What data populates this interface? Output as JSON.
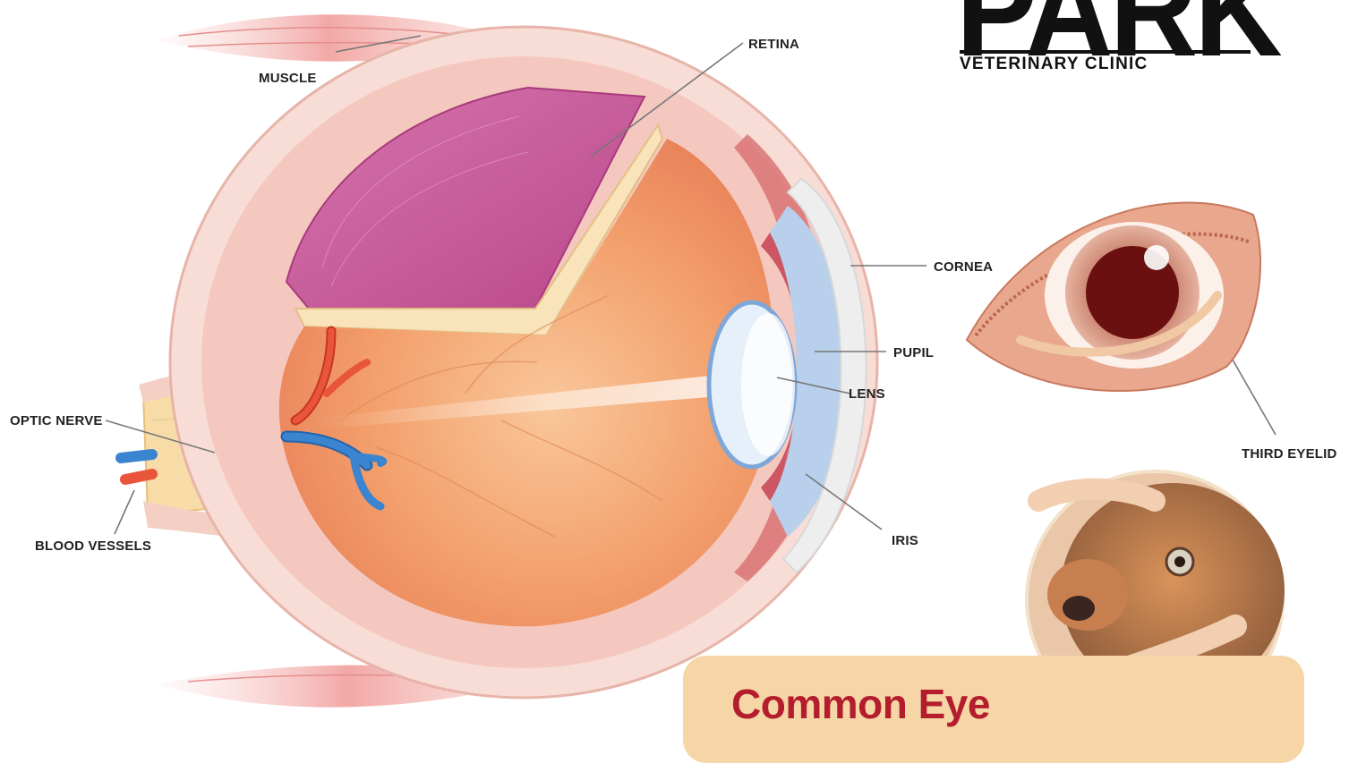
{
  "logo": {
    "name": "PARK",
    "subtitle": "VETERINARY CLINIC"
  },
  "labels": {
    "muscle": "MUSCLE",
    "retina": "RETINA",
    "cornea": "CORNEA",
    "pupil": "PUPIL",
    "lens": "LENS",
    "iris": "IRIS",
    "optic_nerve": "OPTIC NERVE",
    "blood_vessels": "BLOOD VESSELS",
    "third_eyelid": "THIRD EYELID"
  },
  "banner": {
    "title": "Common Eye"
  },
  "colors": {
    "banner_title": "#b31d2d",
    "banner_bg": "#f6d6a6",
    "retina_layer": "#c25a98",
    "eye_interior": "#f4a36e",
    "artery": "#e0452b",
    "vein": "#2f74c0"
  }
}
